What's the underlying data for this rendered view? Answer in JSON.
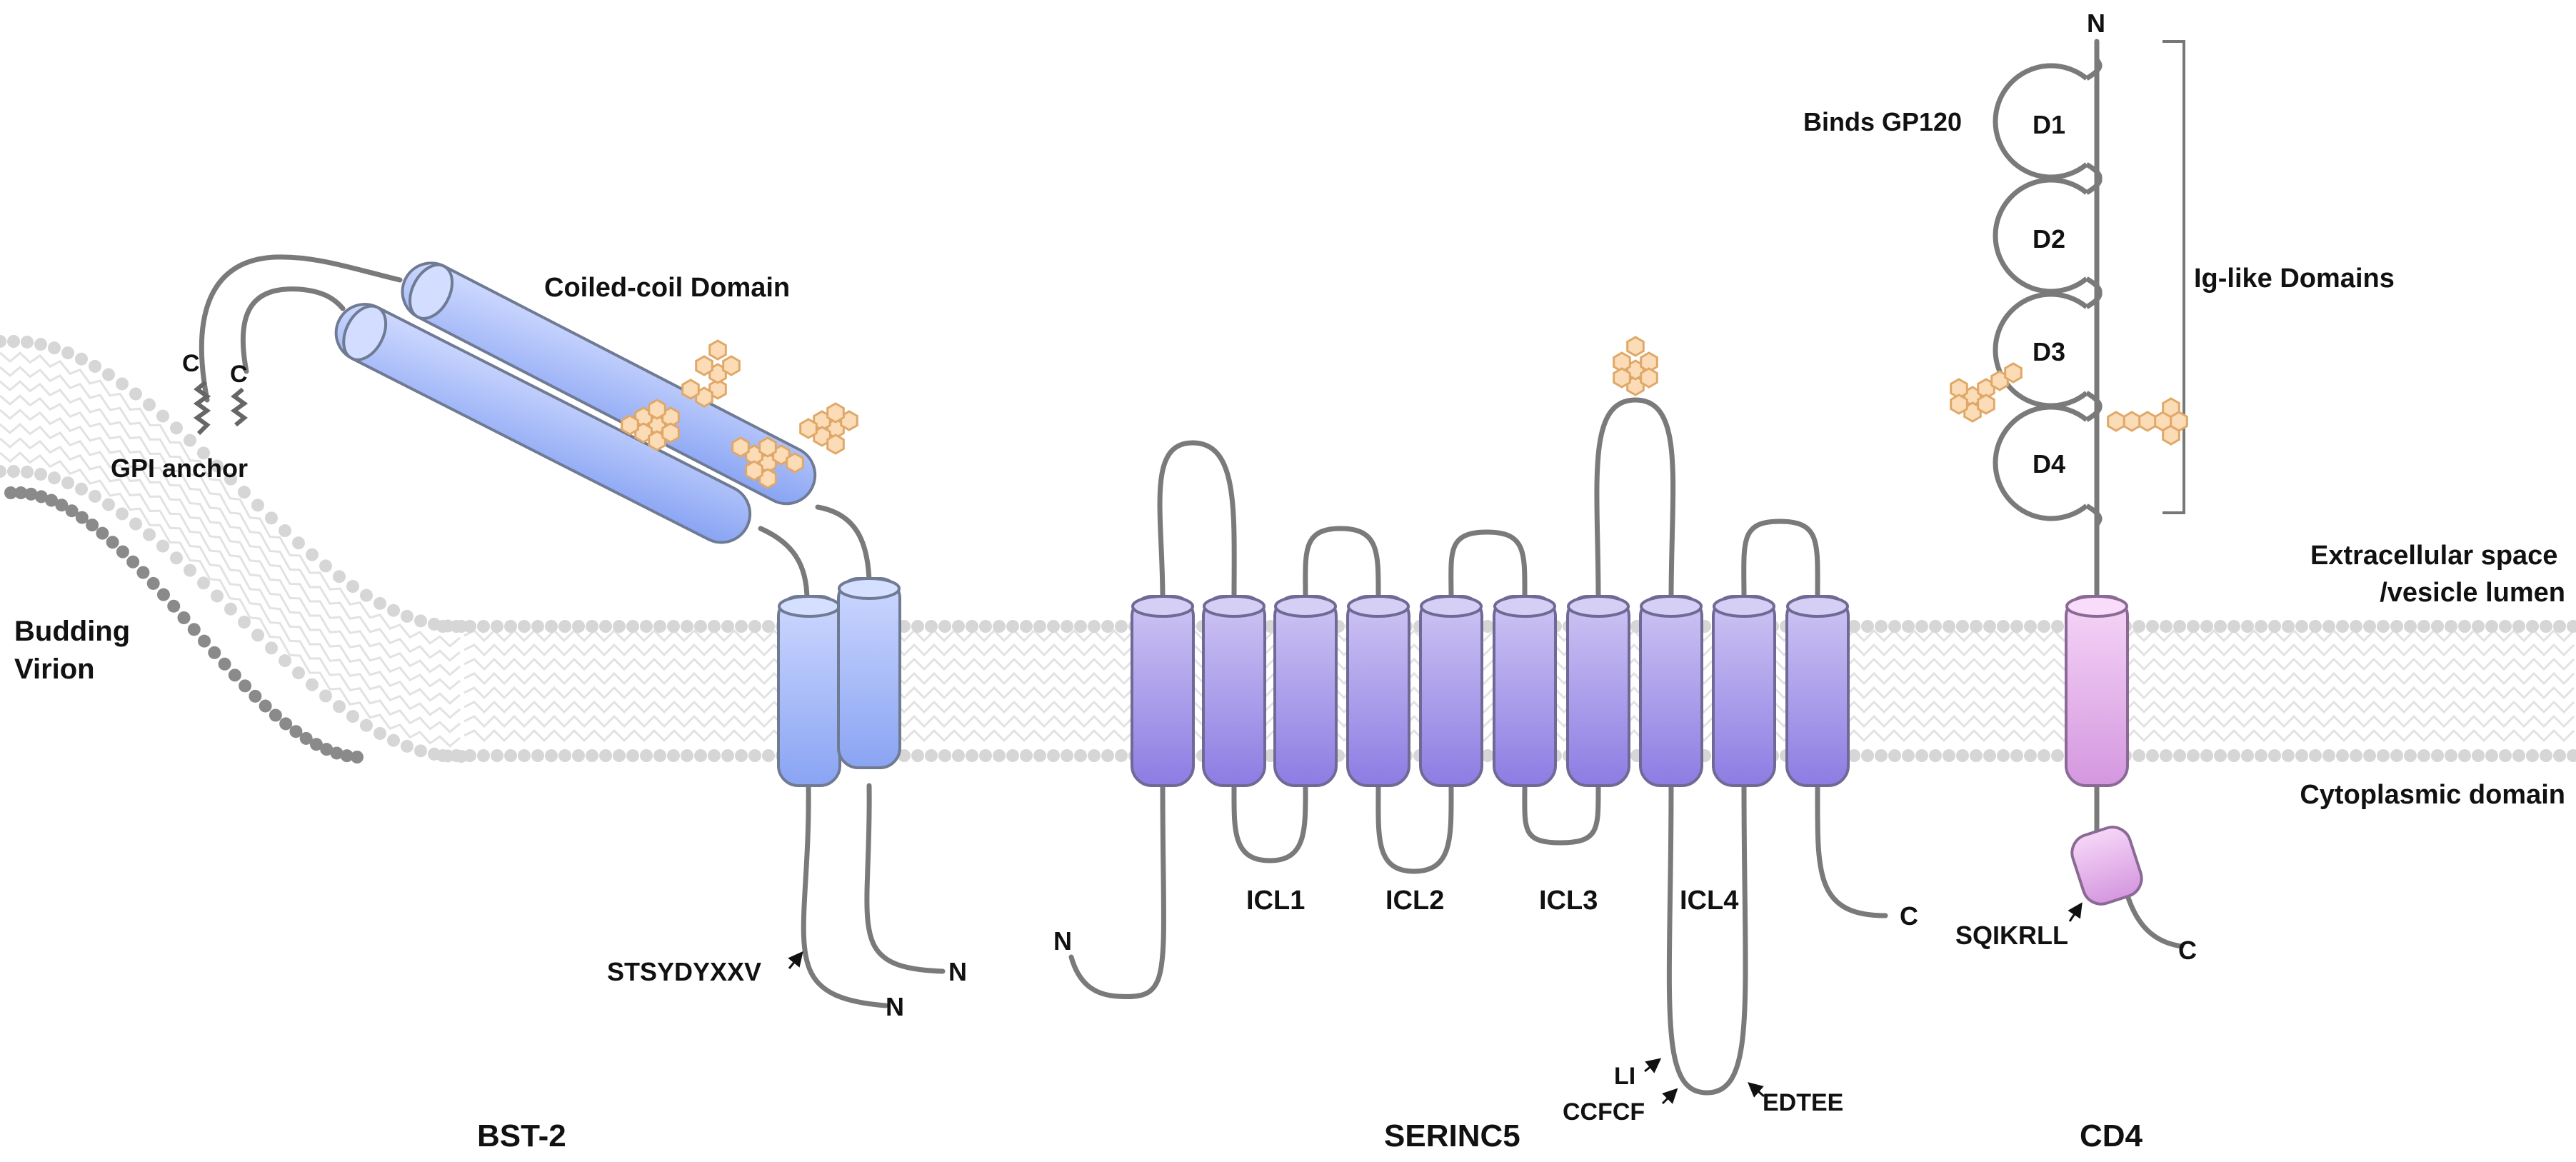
{
  "labels": {
    "budding_virion": [
      "Budding",
      "Virion"
    ],
    "gpi_anchor": "GPI anchor",
    "bst2_c": "C",
    "coiled_coil": "Coiled-coil Domain",
    "bst2_motif": "STSYDYXXV",
    "bst2_n": "N",
    "bst2_title": "BST-2",
    "serinc5_n": "N",
    "icl1": "ICL1",
    "icl2": "ICL2",
    "icl3": "ICL3",
    "icl4": "ICL4",
    "serinc5_c": "C",
    "motif_li": "LI",
    "motif_ccfcf": "CCFCF",
    "motif_edtee": "EDTEE",
    "serinc5_title": "SERINC5",
    "cd4_n": "N",
    "binds_gp120": "Binds GP120",
    "d1": "D1",
    "d2": "D2",
    "d3": "D3",
    "d4": "D4",
    "ig_like": "Ig-like Domains",
    "extracellular": [
      "Extracellular space",
      "/vesicle lumen"
    ],
    "cytoplasmic": "Cytoplasmic domain",
    "cd4_motif": "SQIKRLL",
    "cd4_c": "C",
    "cd4_title": "CD4"
  },
  "colors": {
    "membrane_dot": "#d6d6d6",
    "virion_dot": "#8a8a8a",
    "zigzag": "#e2e2e2",
    "line": "#777777",
    "bst2_light": "#c9d6ff",
    "bst2_dark": "#8aa5f2",
    "serinc5_light": "#cbc2f2",
    "serinc5_dark": "#8f7fe3",
    "cd4_light": "#f4d0f5",
    "cd4_dark": "#d69ae0",
    "glycan_fill": "#fbdcb6",
    "glycan_stroke": "#e0a868"
  }
}
